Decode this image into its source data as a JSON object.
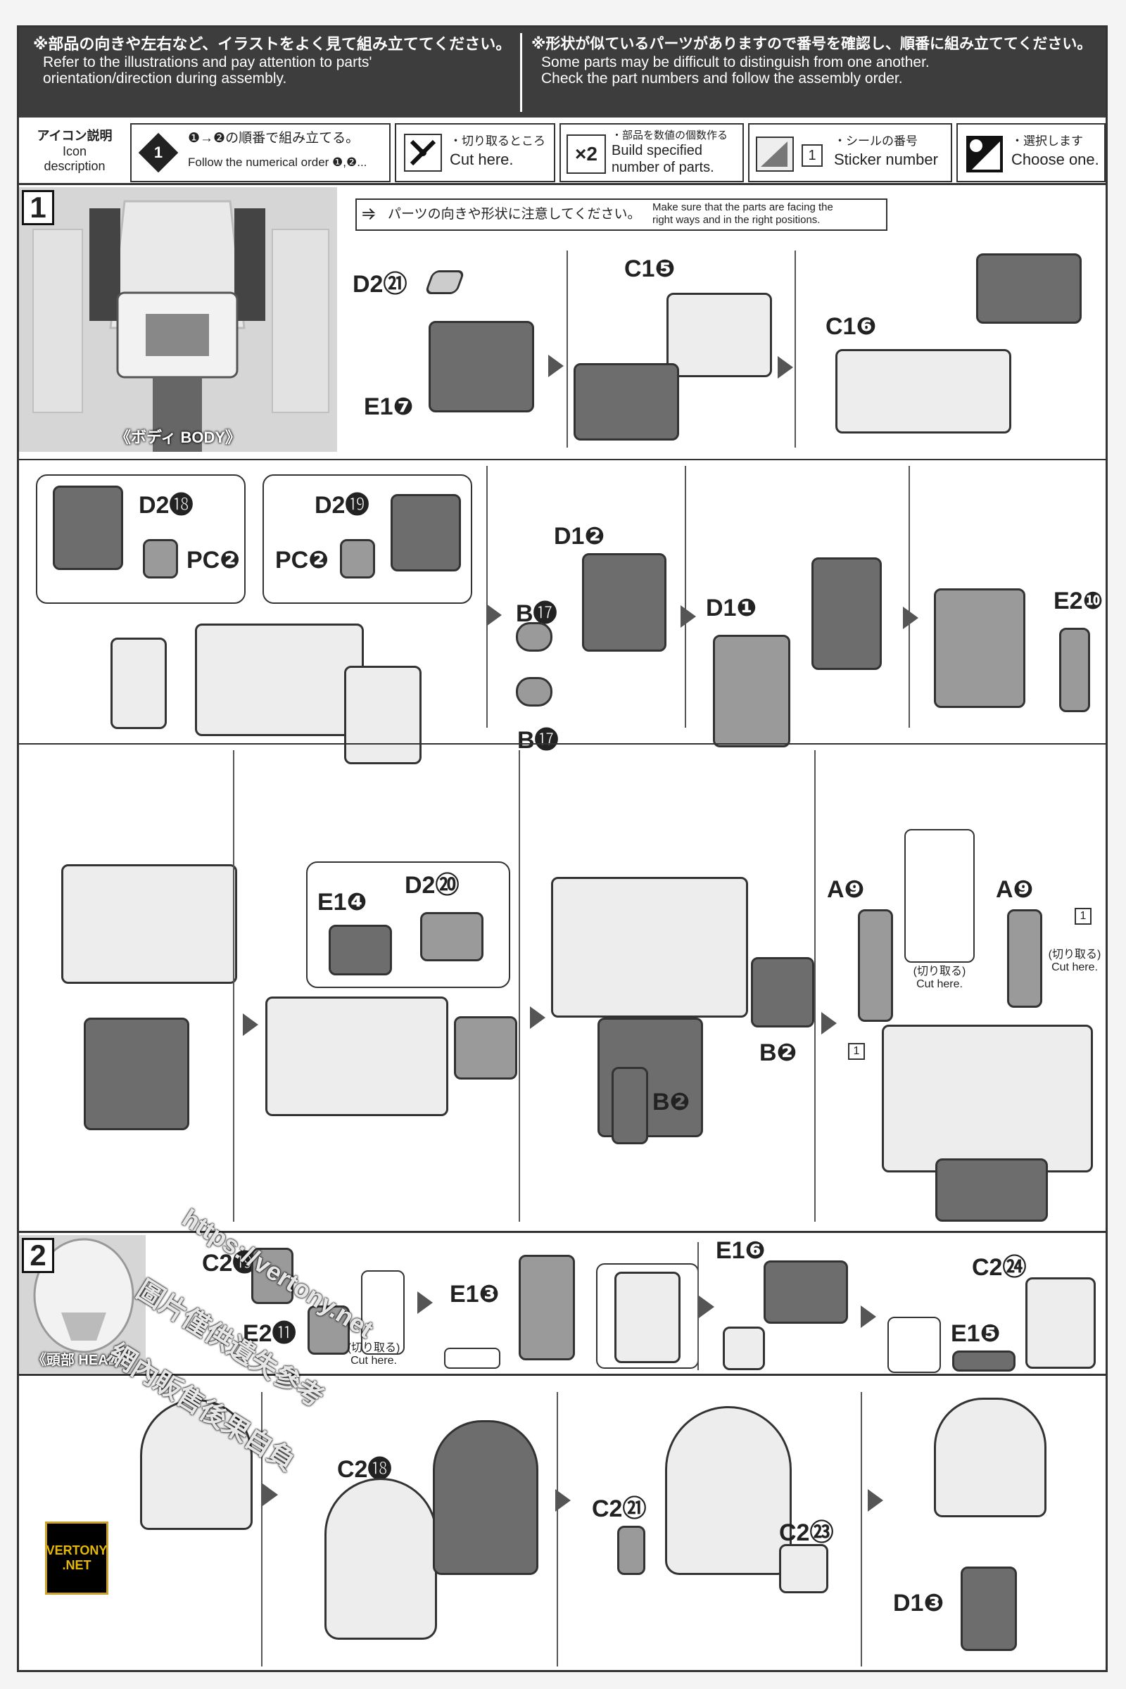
{
  "header": {
    "left": {
      "jp": "※部品の向きや左右など、イラストをよく見て組み立ててください。",
      "en1": "Refer to the illustrations and pay attention to parts'",
      "en2": "orientation/direction during assembly."
    },
    "right": {
      "jp": "※形状が似ているパーツがありますので番号を確認し、順番に組み立ててください。",
      "en1": "Some parts may be difficult to distinguish from one another.",
      "en2": "Check the part numbers and follow the assembly order."
    }
  },
  "icon_legend": {
    "title_jp": "アイコン説明",
    "title_en1": "Icon",
    "title_en2": "description",
    "order": {
      "icon_text": "1",
      "jp": "❶→❷の順番で組み立てる。",
      "en": "Follow the numerical order ❶,❷..."
    },
    "cut": {
      "jp": "・切り取るところ",
      "en": "Cut here."
    },
    "count": {
      "icon_text": "×2",
      "jp": "・部品を数値の個数作る",
      "en1": "Build specified",
      "en2": "number of parts."
    },
    "sticker": {
      "number": "1",
      "jp": "・シールの番号",
      "en": "Sticker number"
    },
    "choose": {
      "jp": "・選択します",
      "en": "Choose one."
    }
  },
  "step1": {
    "number": "1",
    "caption": "《ボディ BODY》",
    "note_jp": "パーツの向きや形状に注意してください。",
    "note_en1": "Make sure that the parts are facing the",
    "note_en2": "right ways and in the right positions.",
    "row1_labels": [
      "D2㉑",
      "E1❼",
      "C1❺",
      "C1❻"
    ],
    "row2_labels": [
      "D2⓲",
      "PC❷",
      "D2⓳",
      "PC❷",
      "D1❷",
      "B⓱",
      "B⓱",
      "D1❶",
      "E2❿"
    ],
    "row3_labels": [
      "E1❹",
      "D2⑳",
      "B❷",
      "B❷",
      "A❾",
      "A❾"
    ],
    "cut_jp": "(切り取る)",
    "cut_en": "Cut here.",
    "stickers": [
      "1",
      "1"
    ]
  },
  "step2": {
    "number": "2",
    "caption": "《頭部 HEAD》",
    "row1_labels": [
      "C2⓳",
      "E2⓫",
      "E1❸",
      "E1❻",
      "C2㉔",
      "E1❺"
    ],
    "row2_labels": [
      "C2⓲",
      "C2㉑",
      "C2㉓",
      "D1❸"
    ],
    "cut_jp": "(切り取る)",
    "cut_en": "Cut here."
  },
  "watermark": {
    "url": "https://vertony.net",
    "cn1": "圖片僅供遺失參考",
    "cn2": "網內販售後果自負",
    "logo1": "VERTONY",
    "logo2": ".NET"
  }
}
